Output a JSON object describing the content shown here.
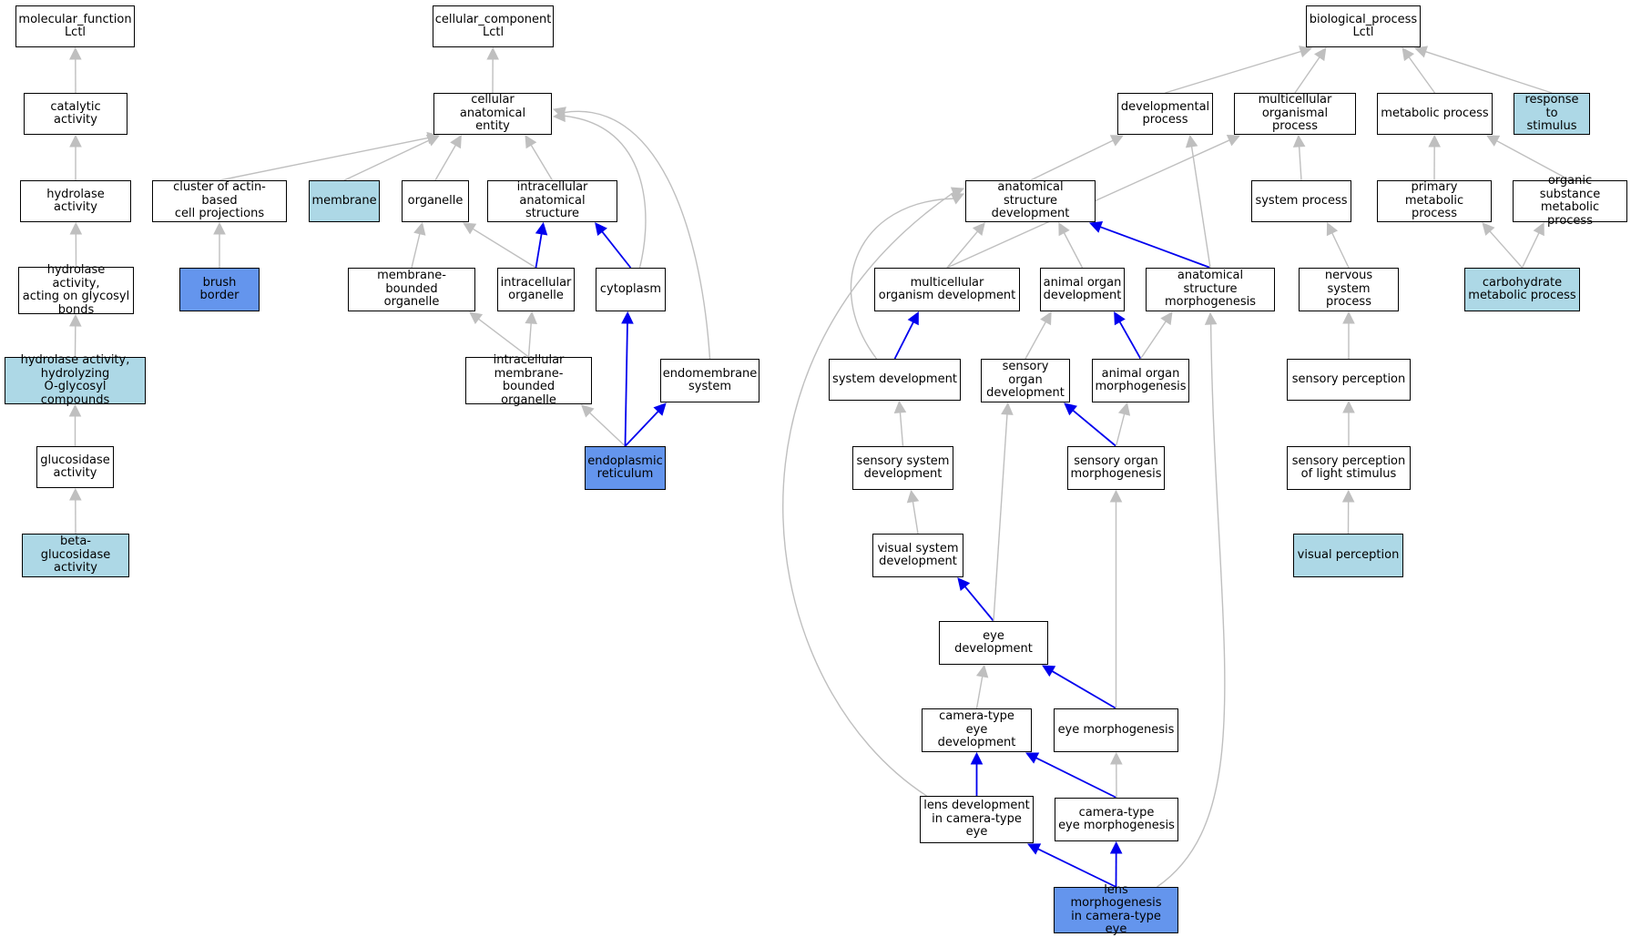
{
  "colors": {
    "node_border": "#000000",
    "node_fill": "#ffffff",
    "light_fill": "#add8e6",
    "dark_fill": "#6495ed",
    "edge_gray": "#bfbfbf",
    "edge_blue": "#0000ee"
  },
  "nodes": [
    {
      "id": "mf",
      "label": "molecular_function\nLctl",
      "fill": "white"
    },
    {
      "id": "catalytic",
      "label": "catalytic activity",
      "fill": "white"
    },
    {
      "id": "hydrolase",
      "label": "hydrolase activity",
      "fill": "white"
    },
    {
      "id": "hydro_glyc",
      "label": "hydrolase activity,\nacting on glycosyl\nbonds",
      "fill": "white"
    },
    {
      "id": "hydro_o",
      "label": "hydrolase activity,\nhydrolyzing\nO-glycosyl compounds",
      "fill": "light"
    },
    {
      "id": "glucosidase",
      "label": "glucosidase\nactivity",
      "fill": "white"
    },
    {
      "id": "beta_gluc",
      "label": "beta-glucosidase\nactivity",
      "fill": "light"
    },
    {
      "id": "cc",
      "label": "cellular_component\nLctl",
      "fill": "white"
    },
    {
      "id": "cae",
      "label": "cellular anatomical\nentity",
      "fill": "white"
    },
    {
      "id": "actin",
      "label": "cluster of actin-based\ncell projections",
      "fill": "white"
    },
    {
      "id": "membrane",
      "label": "membrane",
      "fill": "light"
    },
    {
      "id": "organelle",
      "label": "organelle",
      "fill": "white"
    },
    {
      "id": "ias",
      "label": "intracellular\nanatomical structure",
      "fill": "white"
    },
    {
      "id": "brush",
      "label": "brush border",
      "fill": "dark"
    },
    {
      "id": "mbo",
      "label": "membrane-bounded\norganelle",
      "fill": "white"
    },
    {
      "id": "io",
      "label": "intracellular\norganelle",
      "fill": "white"
    },
    {
      "id": "cytoplasm",
      "label": "cytoplasm",
      "fill": "white"
    },
    {
      "id": "imbo",
      "label": "intracellular\nmembrane-bounded\norganelle",
      "fill": "white"
    },
    {
      "id": "endomem",
      "label": "endomembrane\nsystem",
      "fill": "white"
    },
    {
      "id": "er",
      "label": "endoplasmic\nreticulum",
      "fill": "dark"
    },
    {
      "id": "bp",
      "label": "biological_process\nLctl",
      "fill": "white"
    },
    {
      "id": "devproc",
      "label": "developmental\nprocess",
      "fill": "white"
    },
    {
      "id": "mop",
      "label": "multicellular\norganismal process",
      "fill": "white"
    },
    {
      "id": "metab",
      "label": "metabolic process",
      "fill": "white"
    },
    {
      "id": "response",
      "label": "response to\nstimulus",
      "fill": "light"
    },
    {
      "id": "asd",
      "label": "anatomical structure\ndevelopment",
      "fill": "white"
    },
    {
      "id": "sysproc",
      "label": "system process",
      "fill": "white"
    },
    {
      "id": "primmet",
      "label": "primary metabolic\nprocess",
      "fill": "white"
    },
    {
      "id": "orgsub",
      "label": "organic substance\nmetabolic process",
      "fill": "white"
    },
    {
      "id": "mod",
      "label": "multicellular\norganism development",
      "fill": "white"
    },
    {
      "id": "aod",
      "label": "animal organ\ndevelopment",
      "fill": "white"
    },
    {
      "id": "asm",
      "label": "anatomical structure\nmorphogenesis",
      "fill": "white"
    },
    {
      "id": "nsp",
      "label": "nervous system\nprocess",
      "fill": "white"
    },
    {
      "id": "carb",
      "label": "carbohydrate\nmetabolic process",
      "fill": "light"
    },
    {
      "id": "sysdev",
      "label": "system development",
      "fill": "white"
    },
    {
      "id": "sod",
      "label": "sensory organ\ndevelopment",
      "fill": "white"
    },
    {
      "id": "aom",
      "label": "animal organ\nmorphogenesis",
      "fill": "white"
    },
    {
      "id": "sp",
      "label": "sensory perception",
      "fill": "white"
    },
    {
      "id": "ssd",
      "label": "sensory system\ndevelopment",
      "fill": "white"
    },
    {
      "id": "som",
      "label": "sensory organ\nmorphogenesis",
      "fill": "white"
    },
    {
      "id": "spls",
      "label": "sensory perception\nof light stimulus",
      "fill": "white"
    },
    {
      "id": "vsd",
      "label": "visual system\ndevelopment",
      "fill": "white"
    },
    {
      "id": "vp",
      "label": "visual perception",
      "fill": "light"
    },
    {
      "id": "eyedev",
      "label": "eye development",
      "fill": "white"
    },
    {
      "id": "cted",
      "label": "camera-type\neye development",
      "fill": "white"
    },
    {
      "id": "eyemorph",
      "label": "eye morphogenesis",
      "fill": "white"
    },
    {
      "id": "ldcte",
      "label": "lens development\nin camera-type\neye",
      "fill": "white"
    },
    {
      "id": "ctem",
      "label": "camera-type\neye morphogenesis",
      "fill": "white"
    },
    {
      "id": "lmcte",
      "label": "lens morphogenesis\nin camera-type\neye",
      "fill": "dark"
    }
  ],
  "edges": [
    {
      "from": "catalytic",
      "to": "mf",
      "color": "gray"
    },
    {
      "from": "hydrolase",
      "to": "catalytic",
      "color": "gray"
    },
    {
      "from": "hydro_glyc",
      "to": "hydrolase",
      "color": "gray"
    },
    {
      "from": "hydro_o",
      "to": "hydro_glyc",
      "color": "gray"
    },
    {
      "from": "glucosidase",
      "to": "hydro_o",
      "color": "gray"
    },
    {
      "from": "beta_gluc",
      "to": "glucosidase",
      "color": "gray"
    },
    {
      "from": "cae",
      "to": "cc",
      "color": "gray"
    },
    {
      "from": "actin",
      "to": "cae",
      "color": "gray"
    },
    {
      "from": "membrane",
      "to": "cae",
      "color": "gray"
    },
    {
      "from": "organelle",
      "to": "cae",
      "color": "gray"
    },
    {
      "from": "ias",
      "to": "cae",
      "color": "gray"
    },
    {
      "from": "cytoplasm",
      "to": "cae",
      "color": "gray",
      "curve": "cyto"
    },
    {
      "from": "endomem",
      "to": "cae",
      "color": "gray",
      "curve": "endo"
    },
    {
      "from": "brush",
      "to": "actin",
      "color": "gray"
    },
    {
      "from": "mbo",
      "to": "organelle",
      "color": "gray"
    },
    {
      "from": "io",
      "to": "organelle",
      "color": "gray"
    },
    {
      "from": "io",
      "to": "ias",
      "color": "blue"
    },
    {
      "from": "cytoplasm",
      "to": "ias",
      "color": "blue"
    },
    {
      "from": "imbo",
      "to": "mbo",
      "color": "gray"
    },
    {
      "from": "imbo",
      "to": "io",
      "color": "gray"
    },
    {
      "from": "er",
      "to": "imbo",
      "color": "gray"
    },
    {
      "from": "er",
      "to": "cytoplasm",
      "color": "blue"
    },
    {
      "from": "er",
      "to": "endomem",
      "color": "blue"
    },
    {
      "from": "devproc",
      "to": "bp",
      "color": "gray"
    },
    {
      "from": "mop",
      "to": "bp",
      "color": "gray"
    },
    {
      "from": "metab",
      "to": "bp",
      "color": "gray"
    },
    {
      "from": "response",
      "to": "bp",
      "color": "gray"
    },
    {
      "from": "asd",
      "to": "devproc",
      "color": "gray"
    },
    {
      "from": "sysproc",
      "to": "mop",
      "color": "gray"
    },
    {
      "from": "primmet",
      "to": "metab",
      "color": "gray"
    },
    {
      "from": "orgsub",
      "to": "metab",
      "color": "gray"
    },
    {
      "from": "mod",
      "to": "asd",
      "color": "gray"
    },
    {
      "from": "mod",
      "to": "mop",
      "color": "gray"
    },
    {
      "from": "aod",
      "to": "asd",
      "color": "gray"
    },
    {
      "from": "asm",
      "to": "asd",
      "color": "blue"
    },
    {
      "from": "asm",
      "to": "devproc",
      "color": "gray"
    },
    {
      "from": "nsp",
      "to": "sysproc",
      "color": "gray"
    },
    {
      "from": "carb",
      "to": "primmet",
      "color": "gray"
    },
    {
      "from": "carb",
      "to": "orgsub",
      "color": "gray"
    },
    {
      "from": "sysdev",
      "to": "mod",
      "color": "blue"
    },
    {
      "from": "sysdev",
      "to": "asd",
      "color": "gray",
      "curve": "sysdev"
    },
    {
      "from": "sod",
      "to": "aod",
      "color": "gray"
    },
    {
      "from": "aom",
      "to": "aod",
      "color": "blue"
    },
    {
      "from": "aom",
      "to": "asm",
      "color": "gray"
    },
    {
      "from": "sp",
      "to": "nsp",
      "color": "gray"
    },
    {
      "from": "ssd",
      "to": "sysdev",
      "color": "gray"
    },
    {
      "from": "som",
      "to": "sod",
      "color": "blue"
    },
    {
      "from": "som",
      "to": "aom",
      "color": "gray"
    },
    {
      "from": "spls",
      "to": "sp",
      "color": "gray"
    },
    {
      "from": "vsd",
      "to": "ssd",
      "color": "gray"
    },
    {
      "from": "vp",
      "to": "spls",
      "color": "gray"
    },
    {
      "from": "eyedev",
      "to": "vsd",
      "color": "blue"
    },
    {
      "from": "eyedev",
      "to": "sod",
      "color": "gray"
    },
    {
      "from": "cted",
      "to": "eyedev",
      "color": "gray"
    },
    {
      "from": "eyemorph",
      "to": "eyedev",
      "color": "blue"
    },
    {
      "from": "eyemorph",
      "to": "som",
      "color": "gray"
    },
    {
      "from": "ldcte",
      "to": "cted",
      "color": "blue"
    },
    {
      "from": "ldcte",
      "to": "asd",
      "color": "gray",
      "curve": "ldcte"
    },
    {
      "from": "ctem",
      "to": "cted",
      "color": "blue"
    },
    {
      "from": "ctem",
      "to": "eyemorph",
      "color": "gray"
    },
    {
      "from": "lmcte",
      "to": "ldcte",
      "color": "blue"
    },
    {
      "from": "lmcte",
      "to": "ctem",
      "color": "blue"
    },
    {
      "from": "lmcte",
      "to": "asm",
      "color": "gray",
      "curve": "lmcte"
    }
  ]
}
